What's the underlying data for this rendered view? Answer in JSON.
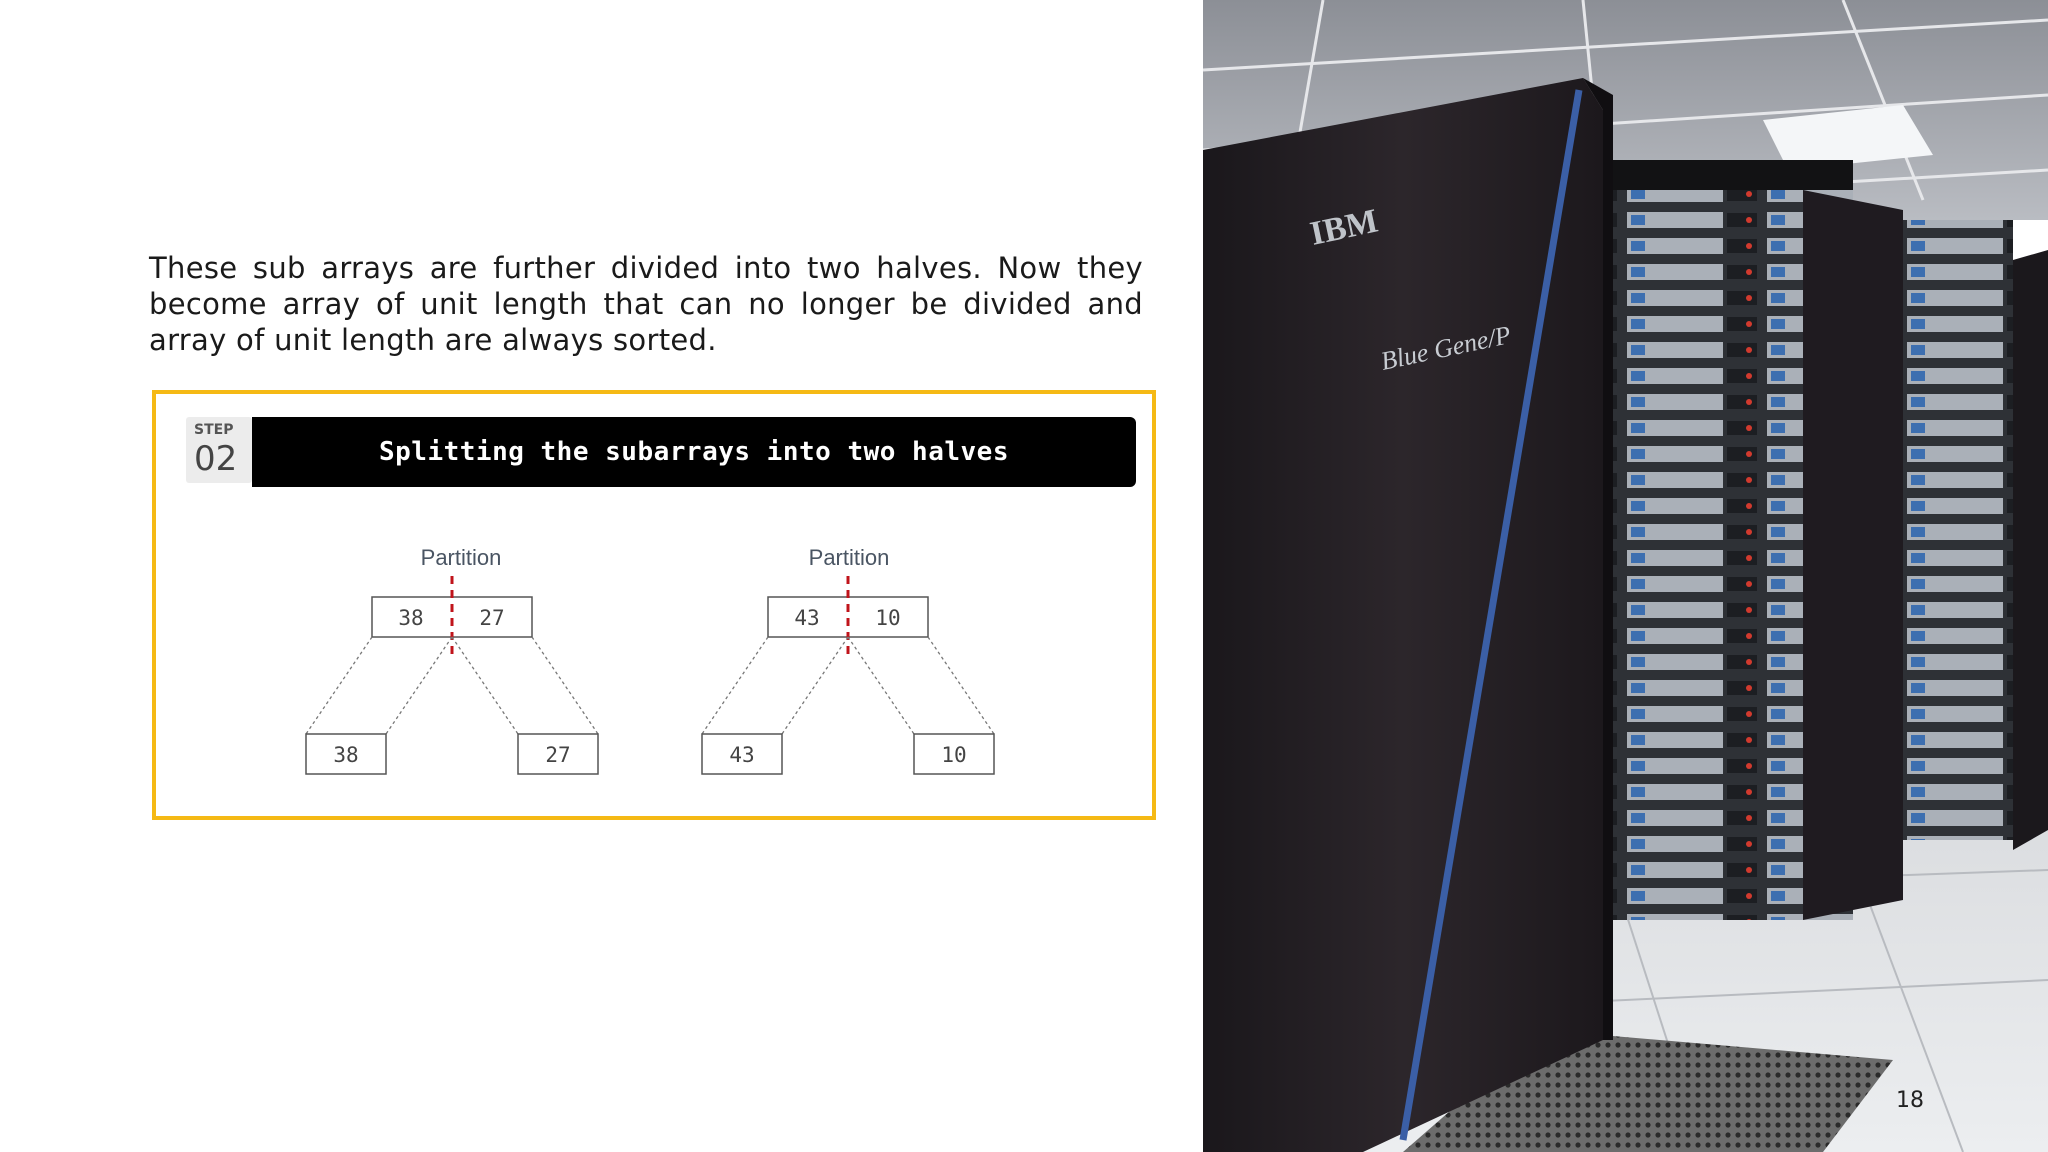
{
  "slide": {
    "body_text": "These sub arrays are further divided into two halves. Now they become array of unit length that can no longer be divided and array of unit length are always sorted.",
    "page_number": "18"
  },
  "figure": {
    "step_label": "STEP",
    "step_number": "02",
    "title": "Splitting the subarrays into two halves",
    "partitions": [
      {
        "label": "Partition",
        "parent": [
          "38",
          "27"
        ],
        "children": [
          "38",
          "27"
        ]
      },
      {
        "label": "Partition",
        "parent": [
          "43",
          "10"
        ],
        "children": [
          "43",
          "10"
        ]
      }
    ]
  },
  "photo": {
    "brand_text": "IBM",
    "model_text": "Blue Gene/P"
  }
}
